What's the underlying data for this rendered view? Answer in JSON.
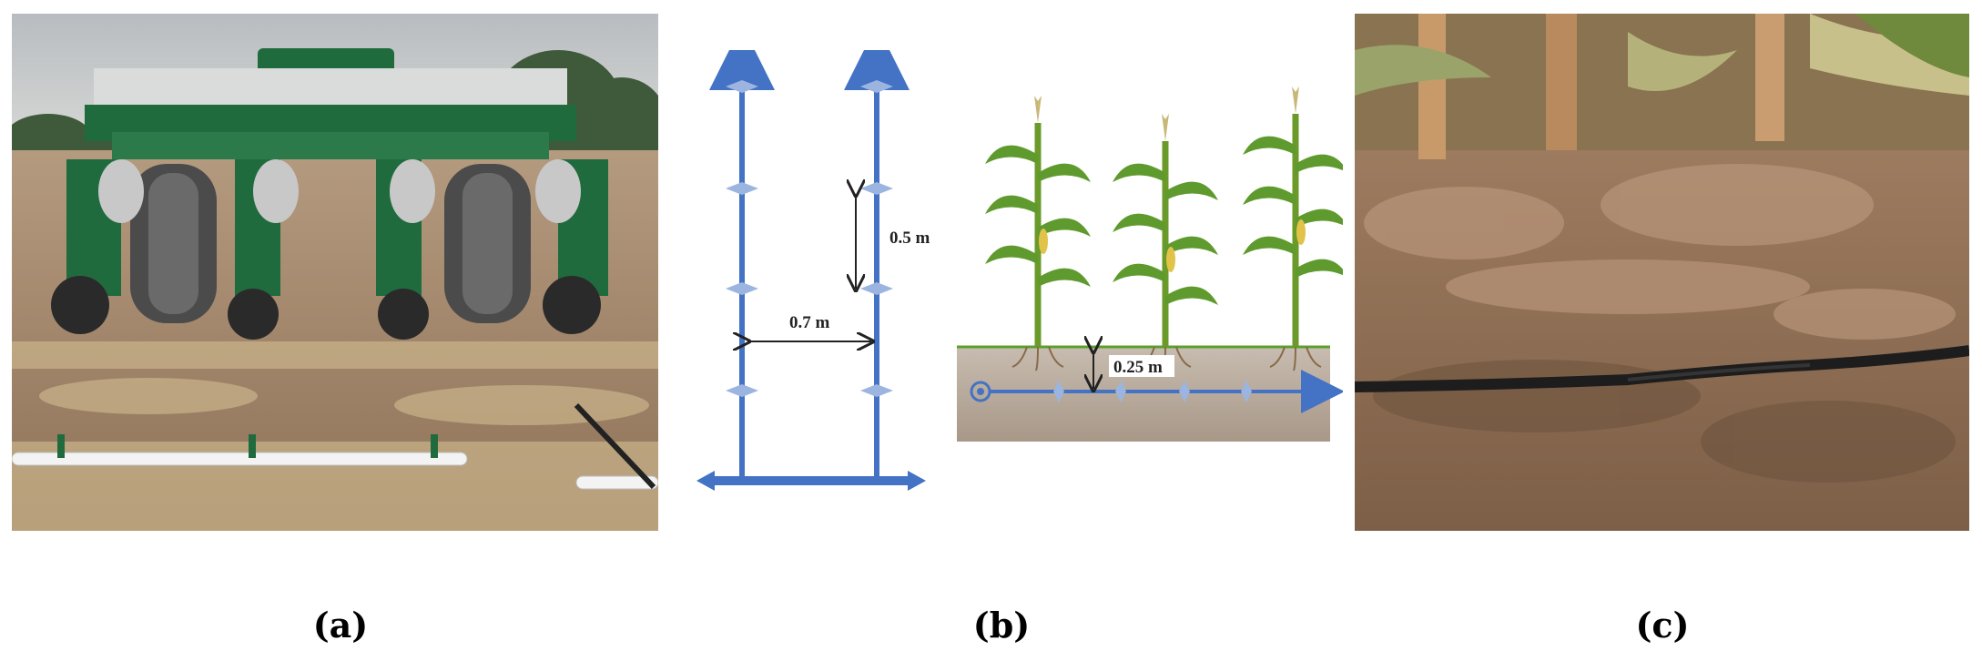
{
  "figure": {
    "captions": {
      "a": "(a)",
      "b": "(b)",
      "c": "(c)"
    },
    "diagram": {
      "row_spacing_label": "0.7 m",
      "emitter_spacing_label": "0.5 m",
      "depth_label": "0.25 m"
    },
    "colors": {
      "drip_line": "#4472c4",
      "emitter": "#9bb5e0",
      "soil": "#b8aa9c",
      "ground_line": "#5aa02c",
      "machine_green": "#1f6b3e",
      "soil_photo": "#8e7058"
    }
  }
}
